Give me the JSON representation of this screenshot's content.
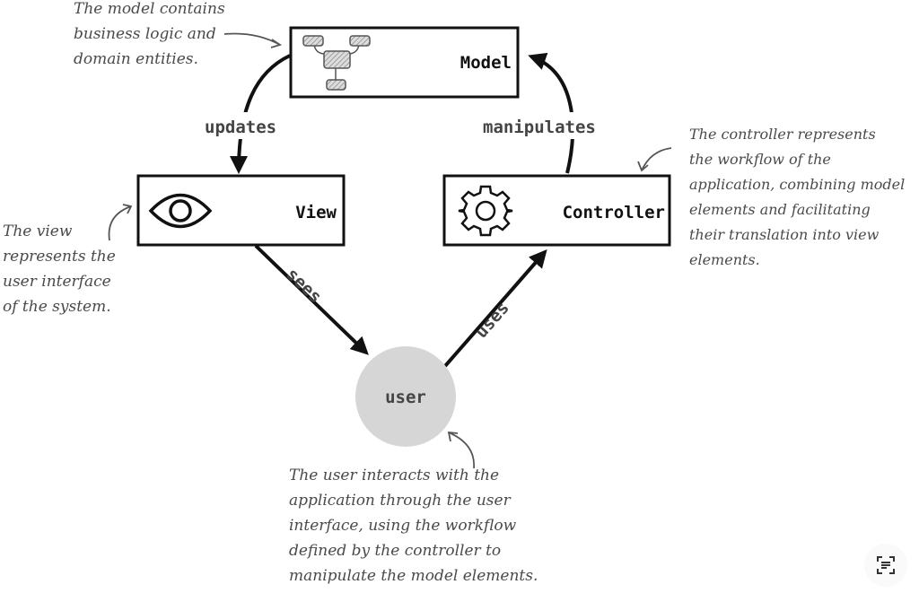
{
  "nodes": {
    "model": "Model",
    "view": "View",
    "controller": "Controller",
    "user": "user"
  },
  "edges": {
    "updates": "updates",
    "manipulates": "manipulates",
    "sees": "sees",
    "uses": "uses"
  },
  "notes": {
    "model": "The model contains\nbusiness logic and\ndomain entities.",
    "view": "The view\nrepresents the\nuser interface\nof the system.",
    "controller": "The controller represents\nthe workflow of the\napplication, combining model\nelements and facilitating\ntheir translation into view\nelements.",
    "user": "The user interacts with the\napplication through the user\ninterface, using the workflow\ndefined by the controller to\nmanipulate the model elements."
  },
  "icons": {
    "model": "hierarchy-icon",
    "view": "eye-icon",
    "controller": "gear-icon",
    "corner": "text-scan-icon"
  },
  "colors": {
    "user_circle": "#d6d6d6",
    "stroke": "#111111",
    "note_text": "#4a4a4a"
  }
}
